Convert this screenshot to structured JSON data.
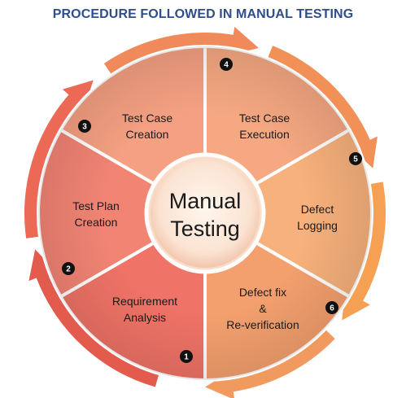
{
  "title": "PROCEDURE FOLLOWED IN MANUAL TESTING",
  "center": {
    "line1": "Manual",
    "line2": "Testing"
  },
  "steps": [
    {
      "number": "1",
      "line1": "Requirement",
      "line2": "Analysis",
      "line3": "",
      "color": "#ef7366"
    },
    {
      "number": "2",
      "line1": "Test Plan",
      "line2": "Creation",
      "line3": "",
      "color": "#f28474"
    },
    {
      "number": "3",
      "line1": "Test Case",
      "line2": "Creation",
      "line3": "",
      "color": "#f5a082"
    },
    {
      "number": "4",
      "line1": "Test Case",
      "line2": "Execution",
      "line3": "",
      "color": "#f5a882"
    },
    {
      "number": "5",
      "line1": "Defect",
      "line2": "Logging",
      "line3": "",
      "color": "#f7b17c"
    },
    {
      "number": "6",
      "line1": "Defect fix",
      "line2": "&",
      "line3": "Re-verification",
      "color": "#f4a06e"
    }
  ]
}
